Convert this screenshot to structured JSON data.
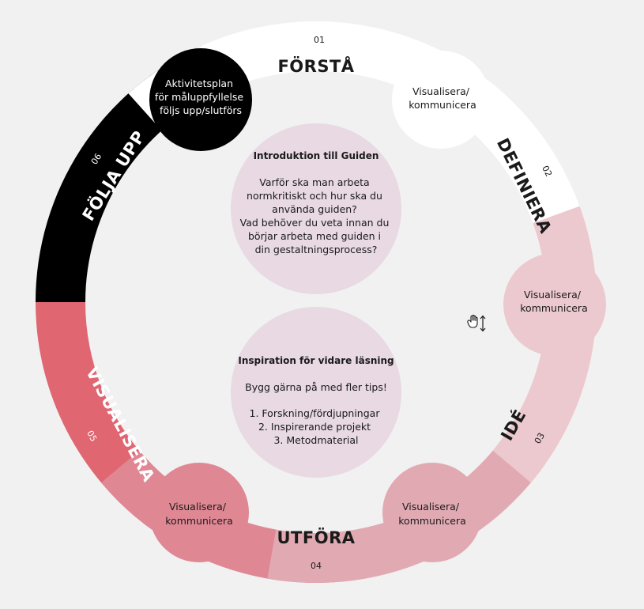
{
  "colors": {
    "background": "#f1f1f1",
    "forsta": "#ffffff",
    "definiera": "#ecc9cf",
    "ide": "#e1aab3",
    "utfora": "#df8894",
    "visualisera": "#e06672",
    "folja_upp": "#000000",
    "inner_circle": "#e8d9e3"
  },
  "phases": [
    {
      "id": "forsta",
      "number": "01",
      "title": "FÖRSTÅ"
    },
    {
      "id": "definiera",
      "number": "02",
      "title": "DEFINIERA"
    },
    {
      "id": "ide",
      "number": "03",
      "title": "IDÉ"
    },
    {
      "id": "utfora",
      "number": "04",
      "title": "UTFÖRA"
    },
    {
      "id": "visualisera",
      "number": "05",
      "title": "VISUALISERA"
    },
    {
      "id": "folja_upp",
      "number": "06",
      "title": "FÖLJA UPP"
    }
  ],
  "bubbles": [
    {
      "id": "forsta-def",
      "lines": [
        "Visualisera/",
        "kommunicera"
      ]
    },
    {
      "id": "def-ide",
      "lines": [
        "Visualisera/",
        "kommunicera"
      ]
    },
    {
      "id": "ide-utf",
      "lines": [
        "Visualisera/",
        "kommunicera"
      ]
    },
    {
      "id": "utf-vis",
      "lines": [
        "Visualisera/",
        "kommunicera"
      ]
    },
    {
      "id": "folja-forsta",
      "lines": [
        "Aktivitetsplan",
        "för måluppfyllelse",
        "följs upp/slutförs"
      ]
    }
  ],
  "top_box": {
    "title": "Introduktion till Guiden",
    "lines": [
      "Varför ska man arbeta",
      "normkritiskt och hur ska du",
      "använda guiden?",
      "Vad behöver du veta innan du",
      "börjar arbeta med guiden i",
      "din gestaltningsprocess?"
    ]
  },
  "bottom_box": {
    "title": "Inspiration för vidare läsning",
    "intro": "Bygg gärna på med fler tips!",
    "list": [
      "1. Forskning/fördjupningar",
      "2. Inspirerande projekt",
      "3. Metodmaterial"
    ]
  },
  "cursor_icon": "hand-drag-vertical-icon"
}
